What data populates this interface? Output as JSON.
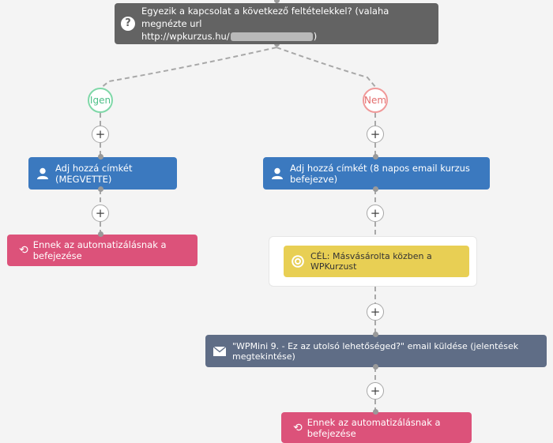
{
  "condition": {
    "icon": "question-icon",
    "line1": "Egyezik a kapcsolat a következő feltételekkel? (valaha megnézte url",
    "line2_prefix": "http://wpkurzus.hu/",
    "line2_suffix": ")"
  },
  "branches": {
    "yes_label": "Igen",
    "no_label": "Nem"
  },
  "plus_symbol": "+",
  "left_branch": {
    "tag_action": "Adj hozzá címkét (MEGVETTE)",
    "end_action": "Ennek az automatizálásnak a befejezése"
  },
  "right_branch": {
    "tag_action": "Adj hozzá címkét (8 napos email kurzus befejezve)",
    "goal": "CÉL: Másvásárolta közben a WPKurzust",
    "email_action": "\"WPMini 9. - Ez az utolsó lehetőséged?\" email küldése (jelentések megtekintése)",
    "end_action": "Ennek az automatizálásnak a befejezése"
  },
  "colors": {
    "condition": "#636363",
    "tag": "#3b79bf",
    "end": "#dc527a",
    "email": "#5f6d86",
    "goal": "#e8cf54",
    "yes": "#4dbf87",
    "no": "#e36d6d"
  }
}
